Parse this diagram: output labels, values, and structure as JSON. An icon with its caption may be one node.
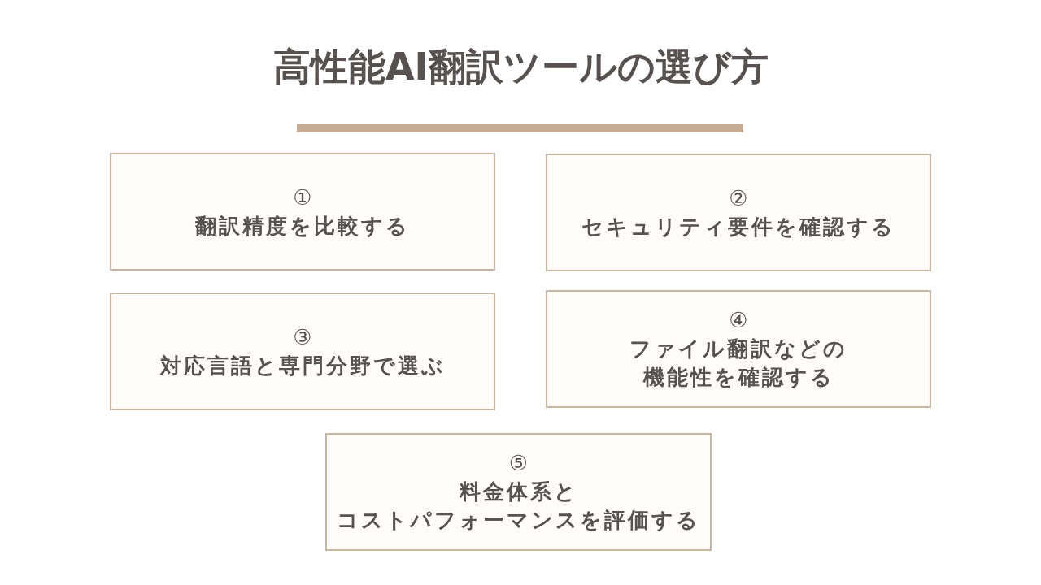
{
  "diagram": {
    "title": "高性能AI翻訳ツールの選び方",
    "nodes": [
      {
        "text": [
          "①",
          "翻訳精度を比較する"
        ]
      },
      {
        "text": [
          "②",
          "セキュリティ要件を確認する"
        ]
      },
      {
        "text": [
          "③",
          "対応言語と専門分野で選ぶ"
        ]
      },
      {
        "text": [
          "④",
          "ファイル翻訳などの機能性を確認する"
        ]
      },
      {
        "text": [
          "⑤",
          "料金体系とコストパフォーマンスを評価する"
        ]
      }
    ]
  }
}
